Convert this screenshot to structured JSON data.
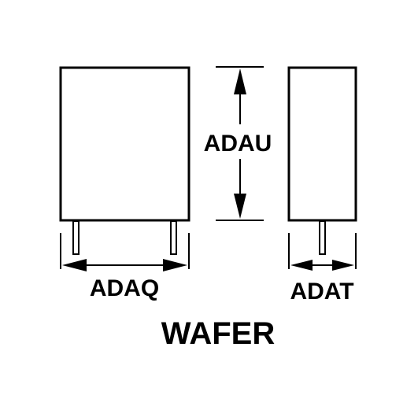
{
  "diagram": {
    "part_name": "WAFER",
    "dimensions": {
      "width": "ADAQ",
      "height": "ADAU",
      "thickness": "ADAT"
    }
  }
}
